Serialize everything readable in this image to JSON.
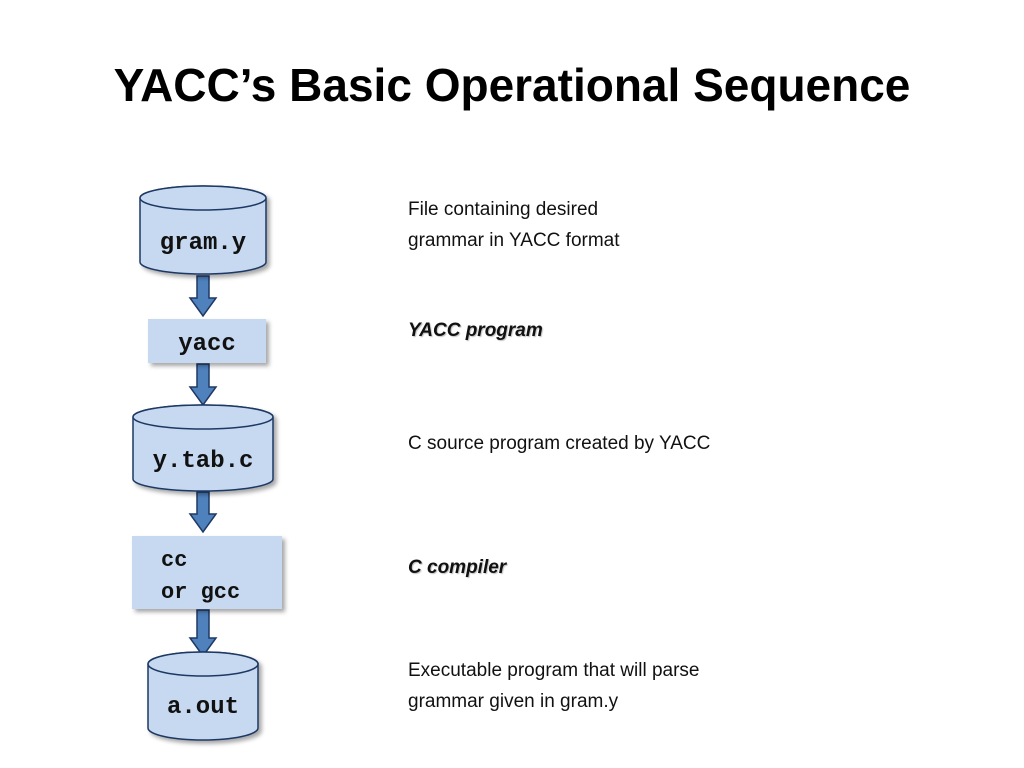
{
  "title": "YACC’s Basic Operational Sequence",
  "nodes": {
    "gram_y": "gram.y",
    "yacc": "yacc",
    "y_tab_c": "y.tab.c",
    "cc_line1": "cc",
    "cc_line2": "or gcc",
    "a_out": "a.out"
  },
  "descriptions": {
    "gram_y": "File containing desired\ngrammar in YACC format",
    "yacc": "YACC program",
    "y_tab_c": "C source program created by YACC",
    "cc": "C compiler",
    "a_out": "Executable program that will parse\ngrammar given in gram.y"
  },
  "colors": {
    "box_fill": "#c6d9f1",
    "box_stroke": "#1f3864",
    "arrow_fill": "#4f81bd",
    "arrow_stroke": "#1f3864"
  }
}
